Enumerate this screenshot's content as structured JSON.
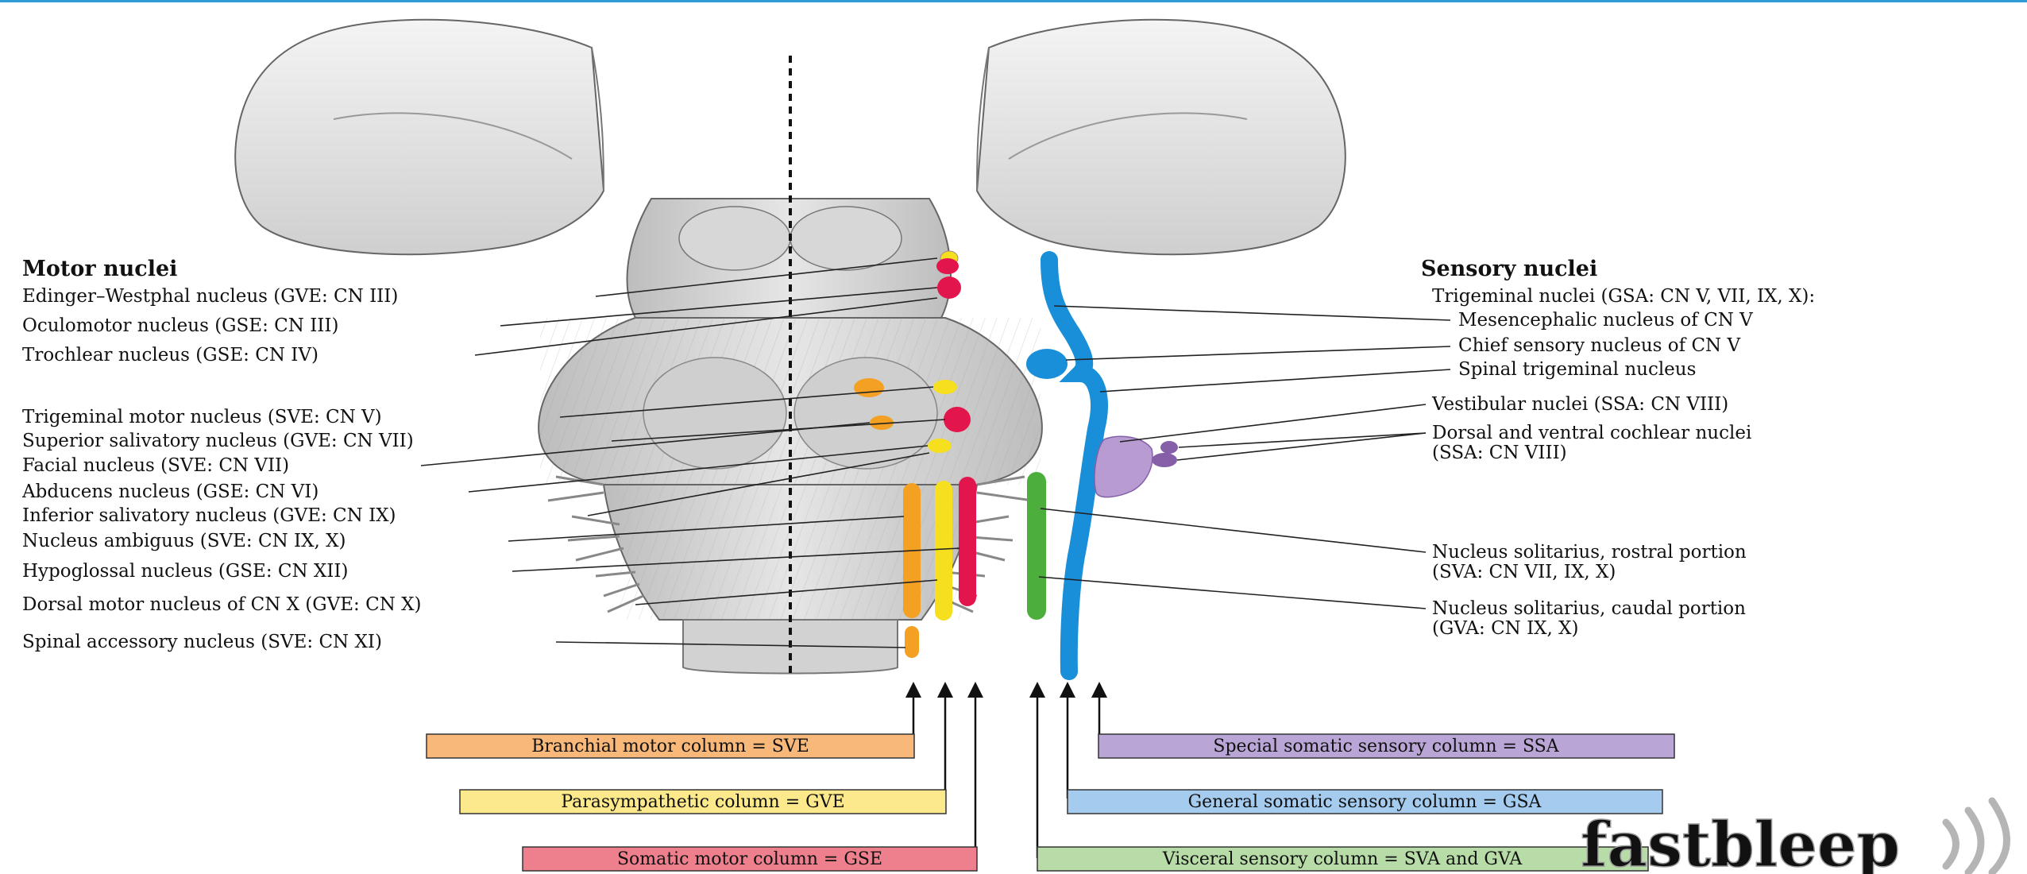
{
  "motor": {
    "heading": "Motor nuclei",
    "labels": [
      "Edinger–Westphal nucleus (GVE: CN III)",
      "Oculomotor nucleus (GSE: CN III)",
      "Trochlear nucleus (GSE: CN IV)",
      "Trigeminal motor nucleus (SVE: CN V)",
      "Superior salivatory nucleus (GVE: CN VII)",
      "Facial nucleus (SVE: CN VII)",
      "Abducens nucleus (GSE: CN VI)",
      "Inferior salivatory nucleus (GVE: CN IX)",
      "Nucleus ambiguus (SVE: CN IX, X)",
      "Hypoglossal nucleus (GSE: CN XII)",
      "Dorsal motor nucleus of CN X (GVE: CN X)",
      "Spinal accessory nucleus (SVE: CN XI)"
    ]
  },
  "sensory": {
    "heading": "Sensory nuclei",
    "labels": [
      "Trigeminal nuclei (GSA: CN V, VII, IX, X):",
      "Mesencephalic nucleus of CN V",
      "Chief sensory nucleus of CN V",
      "Spinal trigeminal nucleus",
      "Vestibular nuclei (SSA: CN VIII)",
      "Dorsal and ventral cochlear nuclei",
      "(SSA: CN VIII)",
      "Nucleus solitarius, rostral portion",
      "(SVA: CN VII, IX, X)",
      "Nucleus solitarius, caudal portion",
      "(GVA: CN IX, X)"
    ]
  },
  "columns": {
    "branchial": "Branchial motor column = SVE",
    "parasympathetic": "Parasympathetic column = GVE",
    "somatic_motor": "Somatic motor column = GSE",
    "special_somatic": "Special somatic sensory column = SSA",
    "general_somatic": "General somatic sensory column = GSA",
    "visceral": "Visceral sensory column = SVA and GVA"
  },
  "watermark": "fastbleep",
  "colors": {
    "orange": "#f4a023",
    "yellow": "#f6df1e",
    "red": "#e2164c",
    "green": "#4caf3c",
    "blue": "#1a8fd9",
    "purple": "#8560a8",
    "lavender": "#b79bd1",
    "box_orange": "#f7b879",
    "box_yellow": "#fbe98b",
    "box_red": "#ee7f8c",
    "box_purple": "#b9a6d6",
    "box_blue": "#a5cbee",
    "box_green": "#b7dca7",
    "accent_line": "#2e9bd6"
  }
}
